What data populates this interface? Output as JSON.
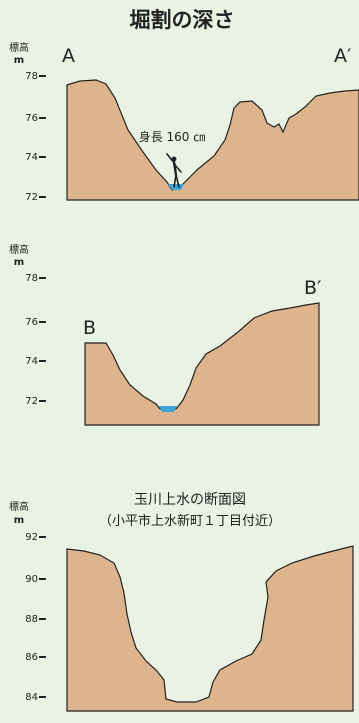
{
  "title": "堀割の深さ",
  "colors": {
    "background": "#eaf2e4",
    "ground": "#deb48c",
    "water": "#3aa6dc",
    "outline": "#222222"
  },
  "panels": [
    {
      "id": "A",
      "axis_label": "標高",
      "axis_unit": "m",
      "ticks": [
        "78",
        "76",
        "74",
        "72"
      ],
      "left_label": "A",
      "right_label": "A′",
      "annotation": "身長 160 ㎝",
      "icons": [
        "person-icon",
        "water-icon"
      ]
    },
    {
      "id": "B",
      "axis_label": "標高",
      "axis_unit": "m",
      "ticks": [
        "78",
        "76",
        "74",
        "72"
      ],
      "left_label": "B",
      "right_label": "B′",
      "icons": [
        "water-icon"
      ]
    },
    {
      "id": "C",
      "axis_label": "標高",
      "axis_unit": "m",
      "ticks": [
        "92",
        "90",
        "88",
        "86",
        "84"
      ],
      "caption_line1": "玉川上水の断面図",
      "caption_line2": "（小平市上水新町１丁目付近）"
    }
  ]
}
